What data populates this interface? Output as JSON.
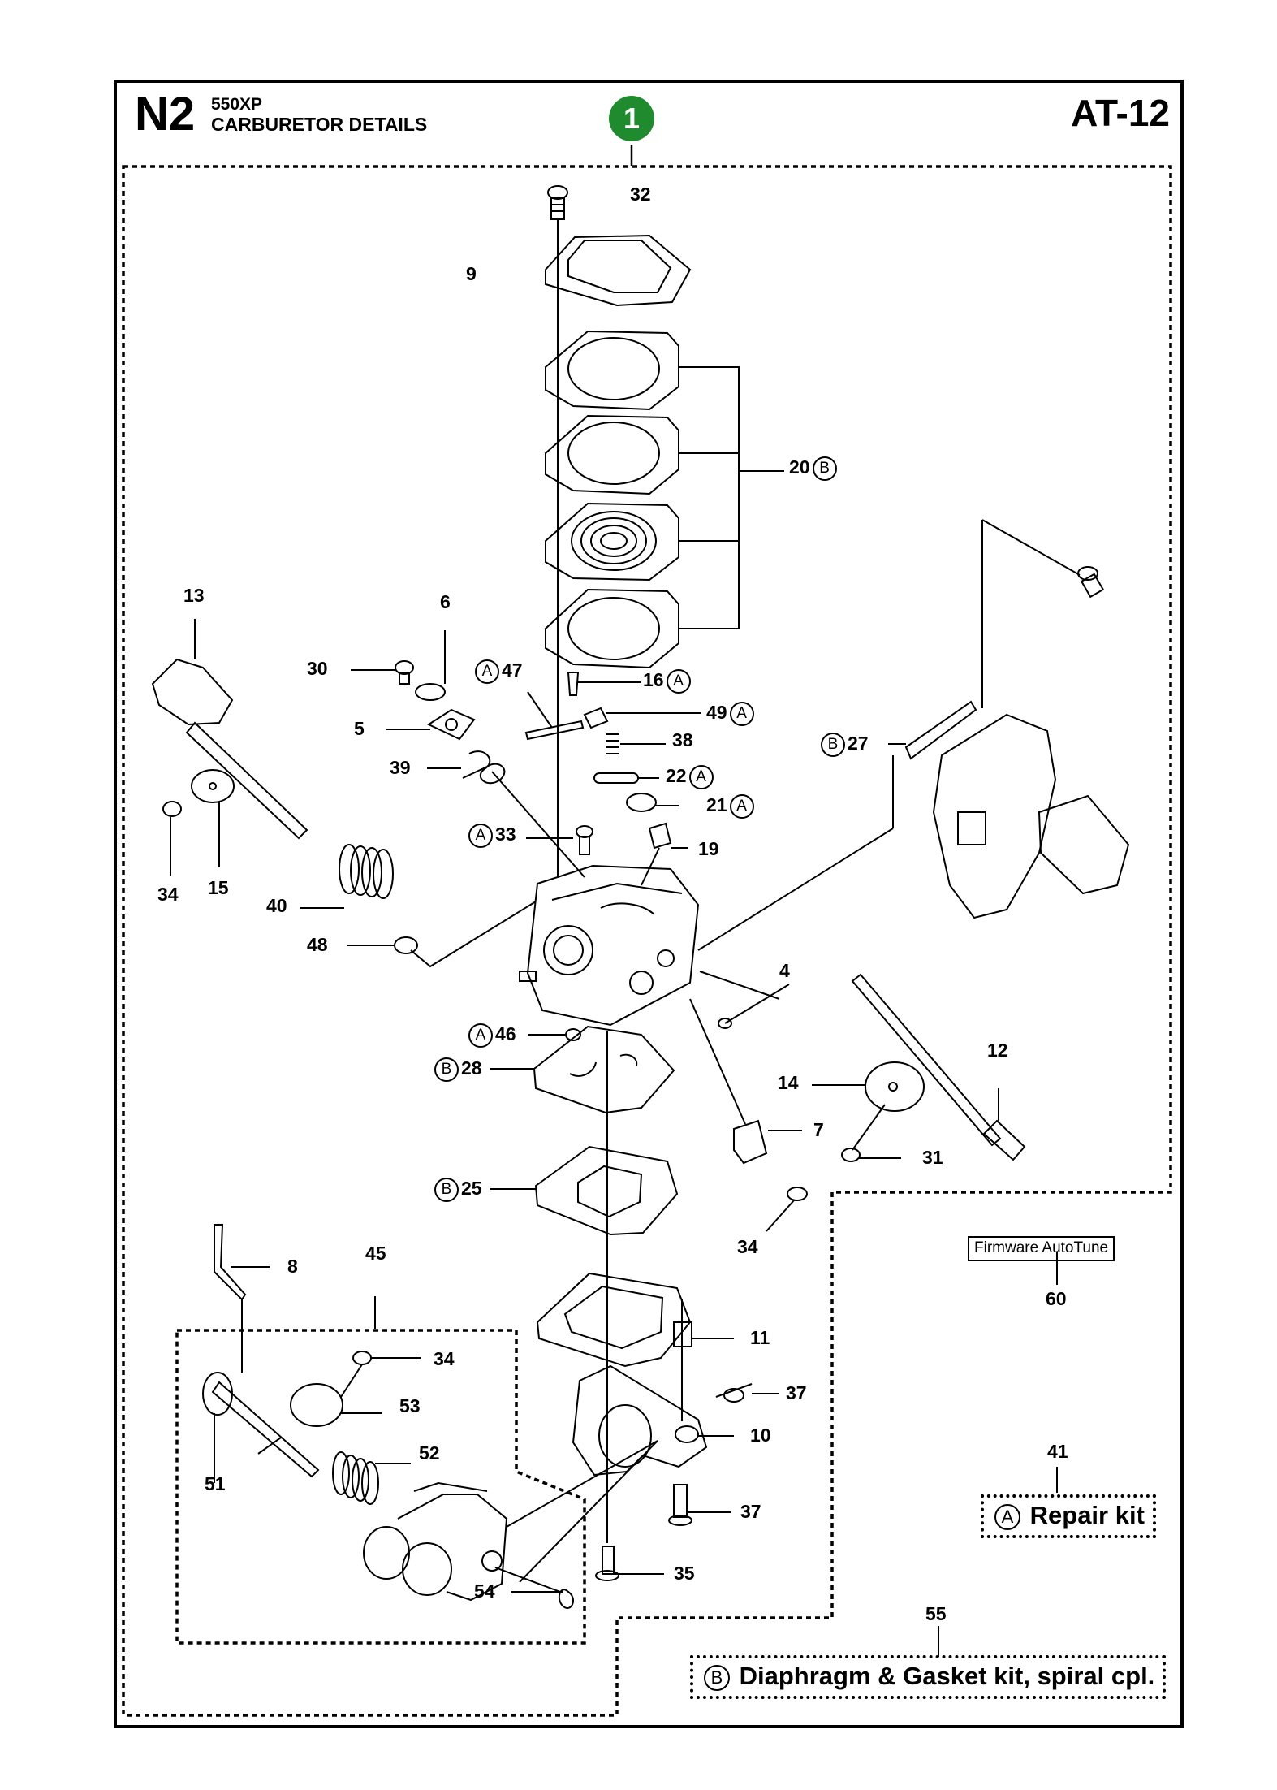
{
  "header": {
    "section_code": "N2",
    "model": "550XP",
    "title": "CARBURETOR DETAILS",
    "page_code": "AT-12",
    "badge_number": "1",
    "badge_color": "#1f8a2e"
  },
  "callouts": {
    "c32": "32",
    "c9": "9",
    "c20": "20",
    "c13": "13",
    "c6": "6",
    "c30": "30",
    "c47": "47",
    "c16": "16",
    "c5": "5",
    "c49": "49",
    "c38": "38",
    "c27": "27",
    "c39": "39",
    "c22": "22",
    "c21": "21",
    "c33": "33",
    "c19": "19",
    "c34a": "34",
    "c15": "15",
    "c40": "40",
    "c48": "48",
    "c4": "4",
    "c46": "46",
    "c28": "28",
    "c12": "12",
    "c14": "14",
    "c7": "7",
    "c31": "31",
    "c25": "25",
    "c34b": "34",
    "c8": "8",
    "c45": "45",
    "c34c": "34",
    "c53": "53",
    "c51": "51",
    "c52": "52",
    "c54": "54",
    "c11": "11",
    "c37a": "37",
    "c10": "10",
    "c37b": "37",
    "c35": "35",
    "c60": "60",
    "c41": "41",
    "c55": "55"
  },
  "kit_letters": {
    "a": "A",
    "b": "B"
  },
  "firmware_label": "Firmware AutoTune",
  "repair_kit": {
    "letter": "A",
    "label": "Repair kit"
  },
  "gasket_kit": {
    "letter": "B",
    "label": "Diaphragm & Gasket kit, spiral cpl."
  }
}
